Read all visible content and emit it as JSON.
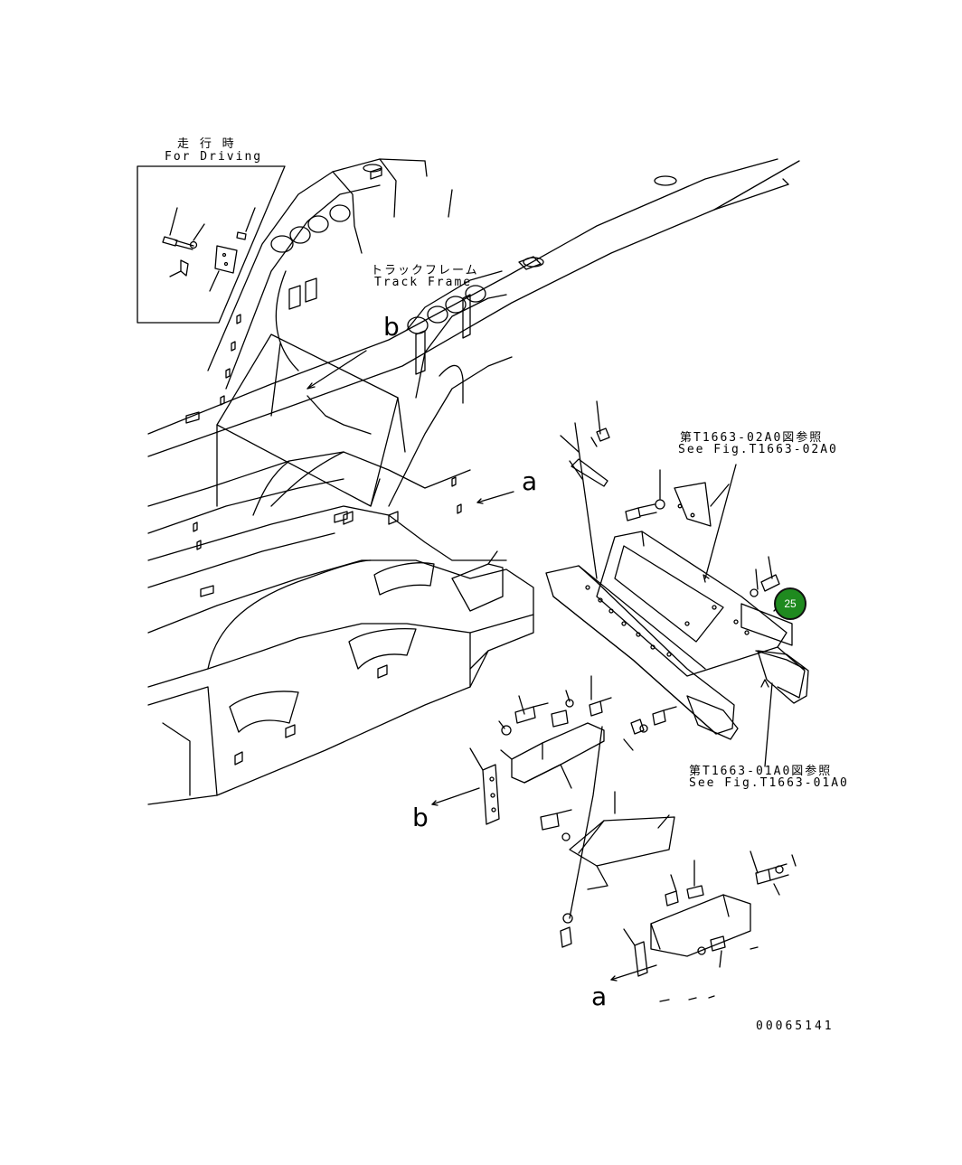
{
  "inset": {
    "title_jp": "走 行 時",
    "title_en": "For Driving"
  },
  "track_frame": {
    "label_jp": "トラックフレーム",
    "label_en": "Track Frame"
  },
  "ref_upper": {
    "label_jp": "第T1663-02A0図参照",
    "label_en": "See Fig.T1663-02A0"
  },
  "ref_lower": {
    "label_jp": "第T1663-01A0図参照",
    "label_en": "See Fig.T1663-01A0"
  },
  "view_letters": {
    "b_top": "b",
    "a_mid": "a",
    "b_low": "b",
    "a_low": "a"
  },
  "callout": {
    "number": "25",
    "color": "#1f8a1f"
  },
  "drawing_id": "00065141",
  "colors": {
    "line": "#000000",
    "background": "#ffffff"
  }
}
